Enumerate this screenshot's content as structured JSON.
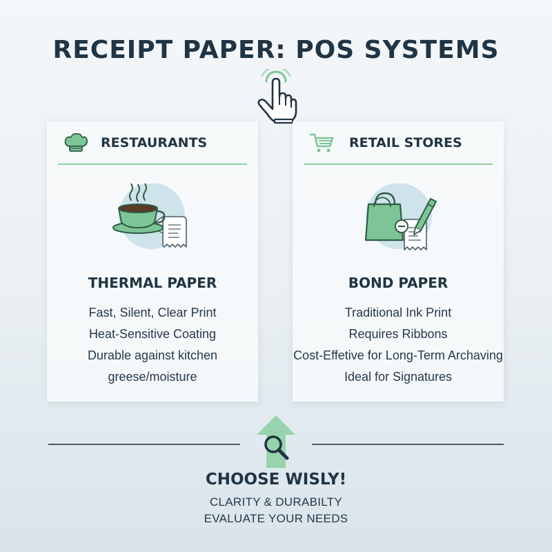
{
  "title": "RECEIPT PAPER: POS SYSTEMS",
  "colors": {
    "accent_green": "#8fd0a4",
    "icon_green": "#7cc596",
    "dark_navy": "#1f3444",
    "circle_blue": "#cfe3ea"
  },
  "icons": {
    "top": "pointing-hand-icon",
    "bottom": "magnifier-arrow-icon"
  },
  "cards": [
    {
      "header": "RESTAURANTS",
      "header_icon": "chef-hat-icon",
      "illustration": "coffee-cup-receipt-icon",
      "paper": "THERMAL PAPER",
      "features": [
        "Fast, Silent, Clear Print",
        "Heat-Sensitive Coating",
        "Durable against kitchen",
        "greese/moisture"
      ]
    },
    {
      "header": "RETAIL STORES",
      "header_icon": "shopping-cart-icon",
      "illustration": "shopping-bag-receipt-icon",
      "paper": "BOND PAPER",
      "features": [
        "Traditional Ink Print",
        "Requires Ribbons",
        "Cost-Effetive for Long-Term Archaving",
        "Ideal for Signatures"
      ]
    }
  ],
  "footer": {
    "headline": "CHOOSE WISLY!",
    "line1": "CLARITY & DURABILTY",
    "line2": "EVALUATE YOUR NEEDS"
  }
}
